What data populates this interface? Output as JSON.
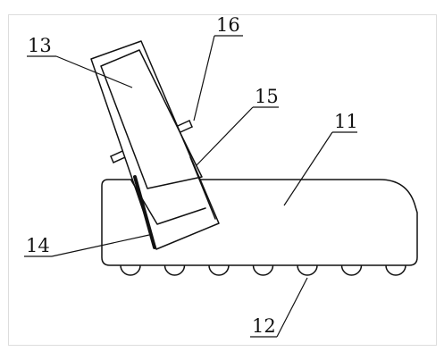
{
  "figure": {
    "colors": {
      "line": "#111111",
      "frame": "#dddddd",
      "background": "#ffffff"
    },
    "callouts": [
      {
        "id": "label-13",
        "text": "13"
      },
      {
        "id": "label-16",
        "text": "16"
      },
      {
        "id": "label-15",
        "text": "15"
      },
      {
        "id": "label-11",
        "text": "11"
      },
      {
        "id": "label-14",
        "text": "14"
      },
      {
        "id": "label-12",
        "text": "12"
      }
    ],
    "bumps": 7
  }
}
